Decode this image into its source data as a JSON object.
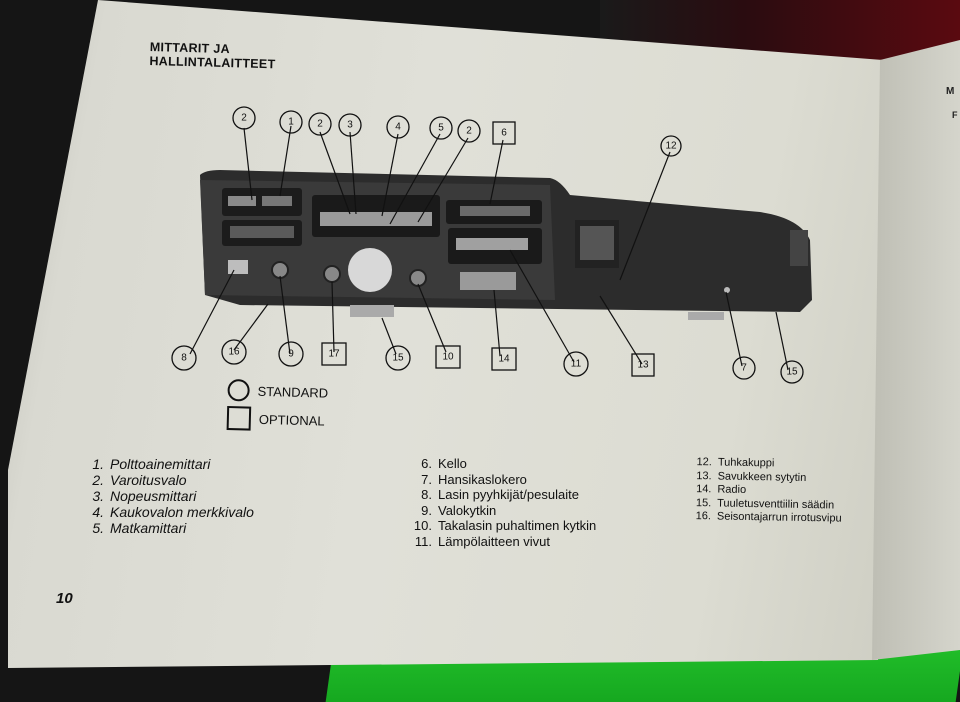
{
  "section_title": [
    "MITTARIT JA",
    "HALLINTALAITTEET"
  ],
  "page_number": "10",
  "next_page_fragment": {
    "line1": "M",
    "line2": "F"
  },
  "legend": {
    "standard_label": "STANDARD",
    "optional_label": "OPTIONAL"
  },
  "callouts_top": [
    "2",
    "1",
    "2",
    "3",
    "4",
    "5",
    "2",
    "6",
    "12"
  ],
  "callouts_bottom": [
    "8",
    "16",
    "9",
    "17",
    "15",
    "10",
    "14",
    "11",
    "13",
    "7",
    "15"
  ],
  "items_col1": [
    {
      "num": "1.",
      "label": "Polttoainemittari"
    },
    {
      "num": "2.",
      "label": "Varoitusvalo"
    },
    {
      "num": "3.",
      "label": "Nopeusmittari"
    },
    {
      "num": "4.",
      "label": "Kaukovalon  merkkivalo"
    },
    {
      "num": "5.",
      "label": "Matkamittari"
    }
  ],
  "items_col2": [
    {
      "num": "6.",
      "label": "Kello"
    },
    {
      "num": "7.",
      "label": "Hansikaslokero"
    },
    {
      "num": "8.",
      "label": "Lasin pyyhkijät/pesulaite"
    },
    {
      "num": "9.",
      "label": "Valokytkin"
    },
    {
      "num": "10.",
      "label": "Takalasin puhaltimen kytkin"
    },
    {
      "num": "11.",
      "label": "Lämpölaitteen  vivut"
    }
  ],
  "items_col3": [
    {
      "num": "12.",
      "label": "Tuhkakuppi"
    },
    {
      "num": "13.",
      "label": "Savukkeen  sytytin"
    },
    {
      "num": "14.",
      "label": "Radio"
    },
    {
      "num": "15.",
      "label": "Tuuletusventtiilin säädin"
    },
    {
      "num": "16.",
      "label": "Seisontajarrun  irrotusvipu"
    }
  ]
}
